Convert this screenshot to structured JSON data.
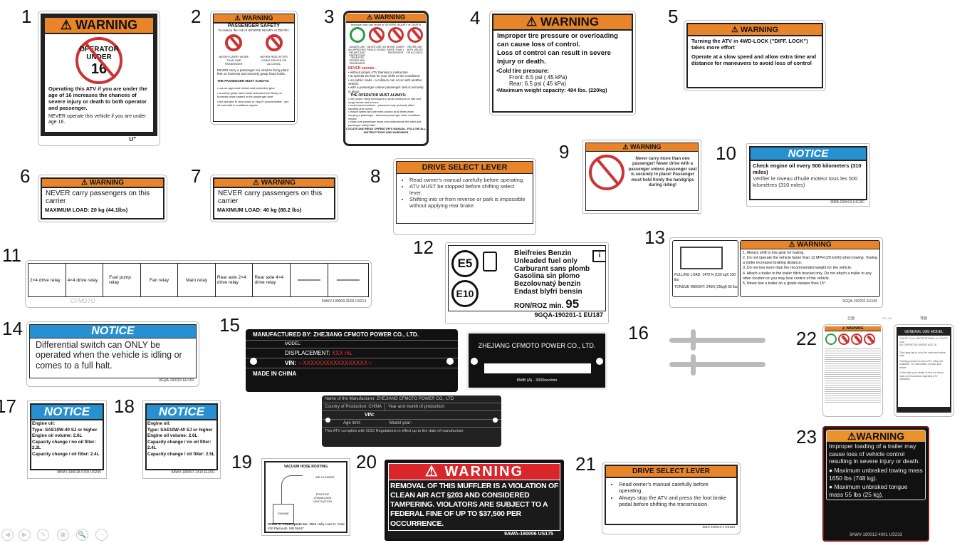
{
  "numbers": [
    "1",
    "2",
    "3",
    "4",
    "5",
    "6",
    "7",
    "8",
    "9",
    "10",
    "11",
    "12",
    "13",
    "14",
    "15",
    "16",
    "17",
    "18",
    "19",
    "20",
    "21",
    "22",
    "23"
  ],
  "l1": {
    "header": "⚠ WARNING",
    "symbol": [
      "OPERATOR",
      "UNDER",
      "16"
    ],
    "body": "Operating this ATV if you are under the age of 16 increases the chances of severe injury or death to both operator and passenger.",
    "never": "NEVER operate this vehicle if you are under age 16.",
    "code": "U\""
  },
  "l2": {
    "header": "⚠ WARNING",
    "title": "PASSENGER SAFETY",
    "sub": "To reduce the risk of SEVERE INJURY or DEATH.",
    "icons": [
      "NEVER CARRY MORE THAN ONE PASSENGER",
      "NEVER RIDE AFTER USING DRUGS OR ALCOHOL"
    ],
    "p1": "NEVER carry a passenger too small to firmly plant feet on footrests and securely grasp hand holds.",
    "must": "THE PASSENGER MUST ALWAYS:",
    "items": [
      "• use an approved helmet and protective gear",
      "• securely grasp hand holds and plant feet firmly on footrests while seated in the passenger seat",
      "• tell operator to slow down or stop if uncomfortable - get off and walk if conditions require"
    ]
  },
  "l3": {
    "header": "⚠ WARNING",
    "sub": "Improper use can result in SEVERE INJURY or DEATH",
    "icons": [
      "ALWAYS USE AN APPROVED HELMET AND PROTECTIVE GEAR FOR DRIVER AND PASSENGER",
      "NEVER USE ON PUBLIC ROADS",
      "NEVER CARRY MORE THAN 1 PASSENGER",
      "NEVER USE WITH DRUGS OR ALCOHOL"
    ],
    "never": "NEVER operate :",
    "items": [
      "• without proper ATV training or instruction.",
      "• at speeds too fast for your skills or the conditions.",
      "• on public roads - a collision can occur with another vehicle.",
      "• with a passenger unless passenger seat is securely in place."
    ],
    "must": "THE OPERATOR MUST ALWAYS:",
    "items2": [
      "• use proper riding techniques to avoid overturns on hills and rough terrain and in turns",
      "• avoid paved surfaces - pavement may seriously affect handling and control",
      "• reduce speed and use extra caution at all times when carrying a passenger - dismount passenger when conditions require",
      "• make sure passenger reads and understands this label and passenger safety label"
    ],
    "foot": "LOCATE AND READ OPERATOR'S MANUAL. FOLLOW ALL INSTRUCTIONS AND WARNINGS"
  },
  "l4": {
    "header": "⚠ WARNING",
    "lines": [
      "Improper tire pressure or overloading can cause loss of control.",
      "Loss of control can result in severe injury or death."
    ],
    "cold": "•Cold tire pressure:",
    "front": "Front: 6.5 psi ( 45 kPa)",
    "rear": "Rear: 6.5 psi ( 45 kPa)",
    "max": "•Maximum weight capacity: 484 lbs. (220kg)"
  },
  "l5": {
    "header": "⚠ WARNING",
    "p1": "Turning the ATV in 4WD-LOCK (\"DIFF. LOCK\") takes more effort",
    "p2": "Operate at a slow speed and allow extra time and distance for maneuvers to avoid loss of control"
  },
  "l6": {
    "header": "⚠ WARNING",
    "body": "NEVER carry passengers on this carrier",
    "load": "MAXIMUM LOAD: 20 kg (44.1lbs)"
  },
  "l7": {
    "header": "⚠ WARNING",
    "body": "NEVER carry passengers on this carrier",
    "load": "MAXIMUM LOAD: 40 kg (88.2 lbs)"
  },
  "l8": {
    "header": "DRIVE SELECT LEVER",
    "items": [
      "Read owner's manual carefully before operating.",
      "ATV MUST be stopped before shifting select lever.",
      "Shifting into or from reverse or park is impossible without applying rear brake"
    ]
  },
  "l9": {
    "header": "⚠ WARNING",
    "body": "Never carry more than one passenger! Never drive with a passenger unless passenger seat is securely in place! Passenger must hold firmly the handgrips during riding!"
  },
  "l10": {
    "header": "NOTICE",
    "en": "Check engine oil every 500 kilometers (310 miles)",
    "fr": "Vérifier le niveau d'huile moteur tous les 500 kilomètres (310 miles)",
    "code": "905B-190413-US13C"
  },
  "l11": {
    "cells": [
      "2×4 drive relay",
      "4×4 drive relay",
      "Fuel pump relay",
      "Fan relay",
      "Main relay",
      "Rear axle 2×4 drive relay",
      "Rear axle 4×4 drive relay",
      "——",
      "——"
    ],
    "watermark": "CFMOTO",
    "code": "9AWV-190009-2E00 US214"
  },
  "l12": {
    "e5": "E5",
    "e10": "E10",
    "lines": [
      "Bleifreies Benzin",
      "Unleaded fuel only",
      "Carburant sans plomb",
      "Gasolina sin plomo",
      "Bezolovnatý benzin",
      "Endast blyfri bensin"
    ],
    "ron": "RON/ROZ min.",
    "ron_val": "95",
    "code": "9GQA-190201-1  EU187"
  },
  "l13": {
    "header": "⚠ WARNING",
    "items": [
      "1. Always shift to low gear for towing.",
      "2. Do not operate the vehicle faster than 12 MPH (20 km/h) when towing. Towing a trailer increases braking distance.",
      "3. Do not tow more than the recommended weight for the vehicle.",
      "4. Attach a trailer to the trailer hitch bracket only. Do not attach a trailer to any other location or you may lose control of the vehicle.",
      "5. Never tow a trailer on a grade steeper than 15°."
    ],
    "pull": "PULLING LOAD: 1470 N (150 kgf) 330 lbs",
    "tongue": "TONGUE WEIGHT: 245N (25kgf) 55 lbs",
    "code": "9GQA-190202  EU165"
  },
  "l14": {
    "header": "NOTICE",
    "body": "Differential switch can ONLY be operated when the vehicle is idling or comes to a full halt.",
    "code": "9GQA-190203  EU169"
  },
  "l15": {
    "a": {
      "mfr": "MANUFACTURED BY: ZHEJIANG CFMOTO POWER CO., LTD.",
      "model": "MODEL:",
      "disp": "DISPLACEMENT:",
      "disp_val": "XXX mL",
      "vin": "VIN:",
      "vin_val": "☆XXXXXXXXXXXXXXXXX☆",
      "made": "MADE IN CHINA"
    },
    "b": {
      "title": "ZHEJIANG CFMOTO POWER CO., LTD.",
      "noise": "89dB (A) - 3000rev/min"
    },
    "c": {
      "mfr": "Name of the Manufacturer: ZHEJIANG CFMOTO POWER CO., LTD",
      "country": "Country of Production: CHINA",
      "year": "Year and month of production:",
      "vin": "VIN:",
      "age": "Age limit:",
      "model": "Model year:",
      "gso": "This ATV complies with GSO Regulations in effect up to the date of manufacture"
    }
  },
  "l17": {
    "header": "NOTICE",
    "lines": [
      "Engine oil:",
      "Type: SAE10W-40 SJ or higher",
      "Engine oil volume:  2.6L",
      "Capacity change / no oil filter: 2.2L",
      "Capacity change / oil filter:  2.4L"
    ],
    "code": "5BWV-190018-5700  US245"
  },
  "l18": {
    "header": "NOTICE",
    "lines": [
      "Engine oil:",
      "Type: SAE10W-40 SJ or higher",
      "Engine oil volume:  2.6L",
      "Capacity change / no oil filter: 2.4L",
      "Capacity change / oil filter:  2.5L"
    ],
    "code": "9AWV-190007-2410  EU201"
  },
  "l19": {
    "title": "VACUUM HOSE ROUTING",
    "air": "AIR CLEANER",
    "pcv": "POSITIVE CRANKCASE VENTILATION",
    "engine": "ENGINE",
    "addr_b": "CFMOTO Powersports Inc.",
    "addr": "3555 Holly Lane N. Suite #30 Plymouth, MN 55447"
  },
  "l20": {
    "header": "⚠ WARNING",
    "body": "REMOVAL OF THIS MUFFLER IS A VIOLATION OF CLEAN AIR ACT §203 AND CONSIDERED TAMPERING. VIOLATORS ARE SUBJECT TO A FEDERAL FINE OF UP TO $37,500 PER OCCURRENCE.",
    "code": "9AWA-190006  US175"
  },
  "l21": {
    "header": "DRIVE SELECT LEVER",
    "items": [
      "Read owner's manual carefully before operating.",
      "Always stop the ATV and press the foot brake pedal before shifting the transmission."
    ],
    "code": "9010-190013-1  US184"
  },
  "l22": {
    "front": "正面",
    "back": "背面",
    "mid": "115×191",
    "header": "⚠ WARNING",
    "back_title": "GENERAL USE MODEL",
    "back_lines": [
      "This ATV is for RECREATIONAL or UTILITY USE",
      "NO OPERATOR UNDER AGE 16",
      "This hang tag is not to be removed before sale.",
      "Training courses to learn ATV riding are available. For information contact your dealer.",
      "Check with your dealer to find out about state and local laws regarding ATV operation."
    ]
  },
  "l23": {
    "header": "⚠WARNING",
    "body": "Improper loading of a trailer may cause loss of vehicle control resulting in severe injury or death.",
    "b1": "● Maximum unbraked towing mass 1650 lbs (748 kg).",
    "b2": "● Maximum unbraked tongue mass 55 lbs (25 kg).",
    "code": "9AWV-190012-4001  US233"
  },
  "nav": [
    "◀",
    "▶",
    "✎",
    "▣",
    "🔍",
    "⋯"
  ]
}
